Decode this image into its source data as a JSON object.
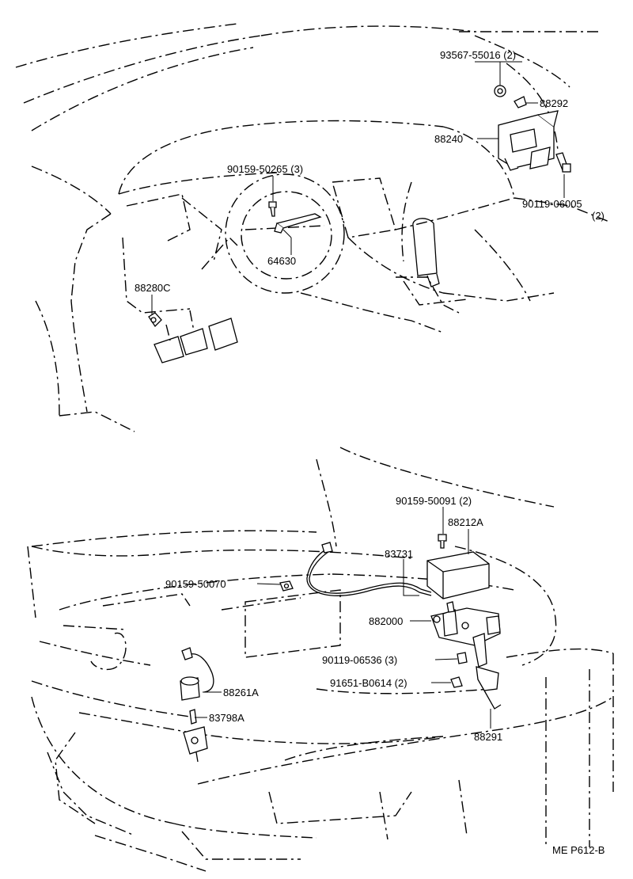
{
  "diagram": {
    "code": "ME P612-B",
    "labels": {
      "p93567": "93567-55016 (2)",
      "p88292": "88292",
      "p88240": "88240",
      "p90119a": "90119-06005",
      "p90119a_qty": "(2)",
      "p90159a": "90159-50265 (3)",
      "p64630": "64630",
      "p88280c": "88280C",
      "p90159b": "90159-50091 (2)",
      "p88212a": "88212A",
      "p83731": "83731",
      "p90159c": "90159-50070",
      "p88200d": "882000",
      "p90119b": "90119-06536 (3)",
      "p91651": "91651-B0614 (2)",
      "p88261a": "88261A",
      "p83798a": "83798A",
      "p88291": "88291"
    }
  }
}
